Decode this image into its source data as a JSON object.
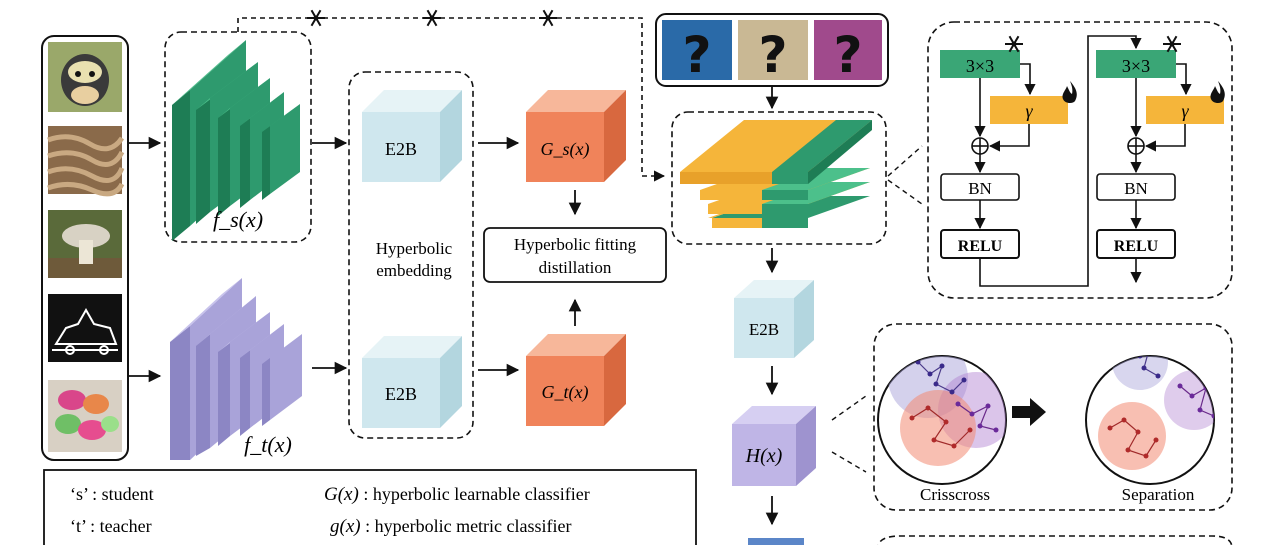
{
  "student_label": "f_s(x)",
  "teacher_label": "f_t(x)",
  "e2b_label": "E2B",
  "hyperbolic_embedding": [
    "Hyperbolic",
    "embedding"
  ],
  "gs_label": "G_s(x)",
  "gt_label": "G_t(x)",
  "fitting_distillation": [
    "Hyperbolic fitting",
    "distillation"
  ],
  "hx_label": "H(x)",
  "conv_label": "3×3",
  "gamma_label": "γ",
  "bn_label": "BN",
  "relu_label": "RELU",
  "crisscross_label": "Crisscross",
  "separation_label": "Separation",
  "legend": {
    "s_key": "‘s’ : student",
    "t_key": "‘t’ : teacher",
    "G_sym": "G(x)",
    "G_desc": " : hyperbolic learnable classifier",
    "g_sym": "g(x)",
    "g_desc": " : hyperbolic metric classifier"
  },
  "colors": {
    "student_green": "#2e9a6e",
    "teacher_purple": "#a9a3d9",
    "e2b_blue": "#cfe7ee",
    "classifier_orange": "#f0835a",
    "conv_green": "#3aa676",
    "gamma_orange": "#f5b53a",
    "hx_purple": "#bfb5e6"
  },
  "icons": [
    "snowflake-icon",
    "flame-icon",
    "question-mark-icon",
    "oplus-icon",
    "arrow-right-icon"
  ]
}
